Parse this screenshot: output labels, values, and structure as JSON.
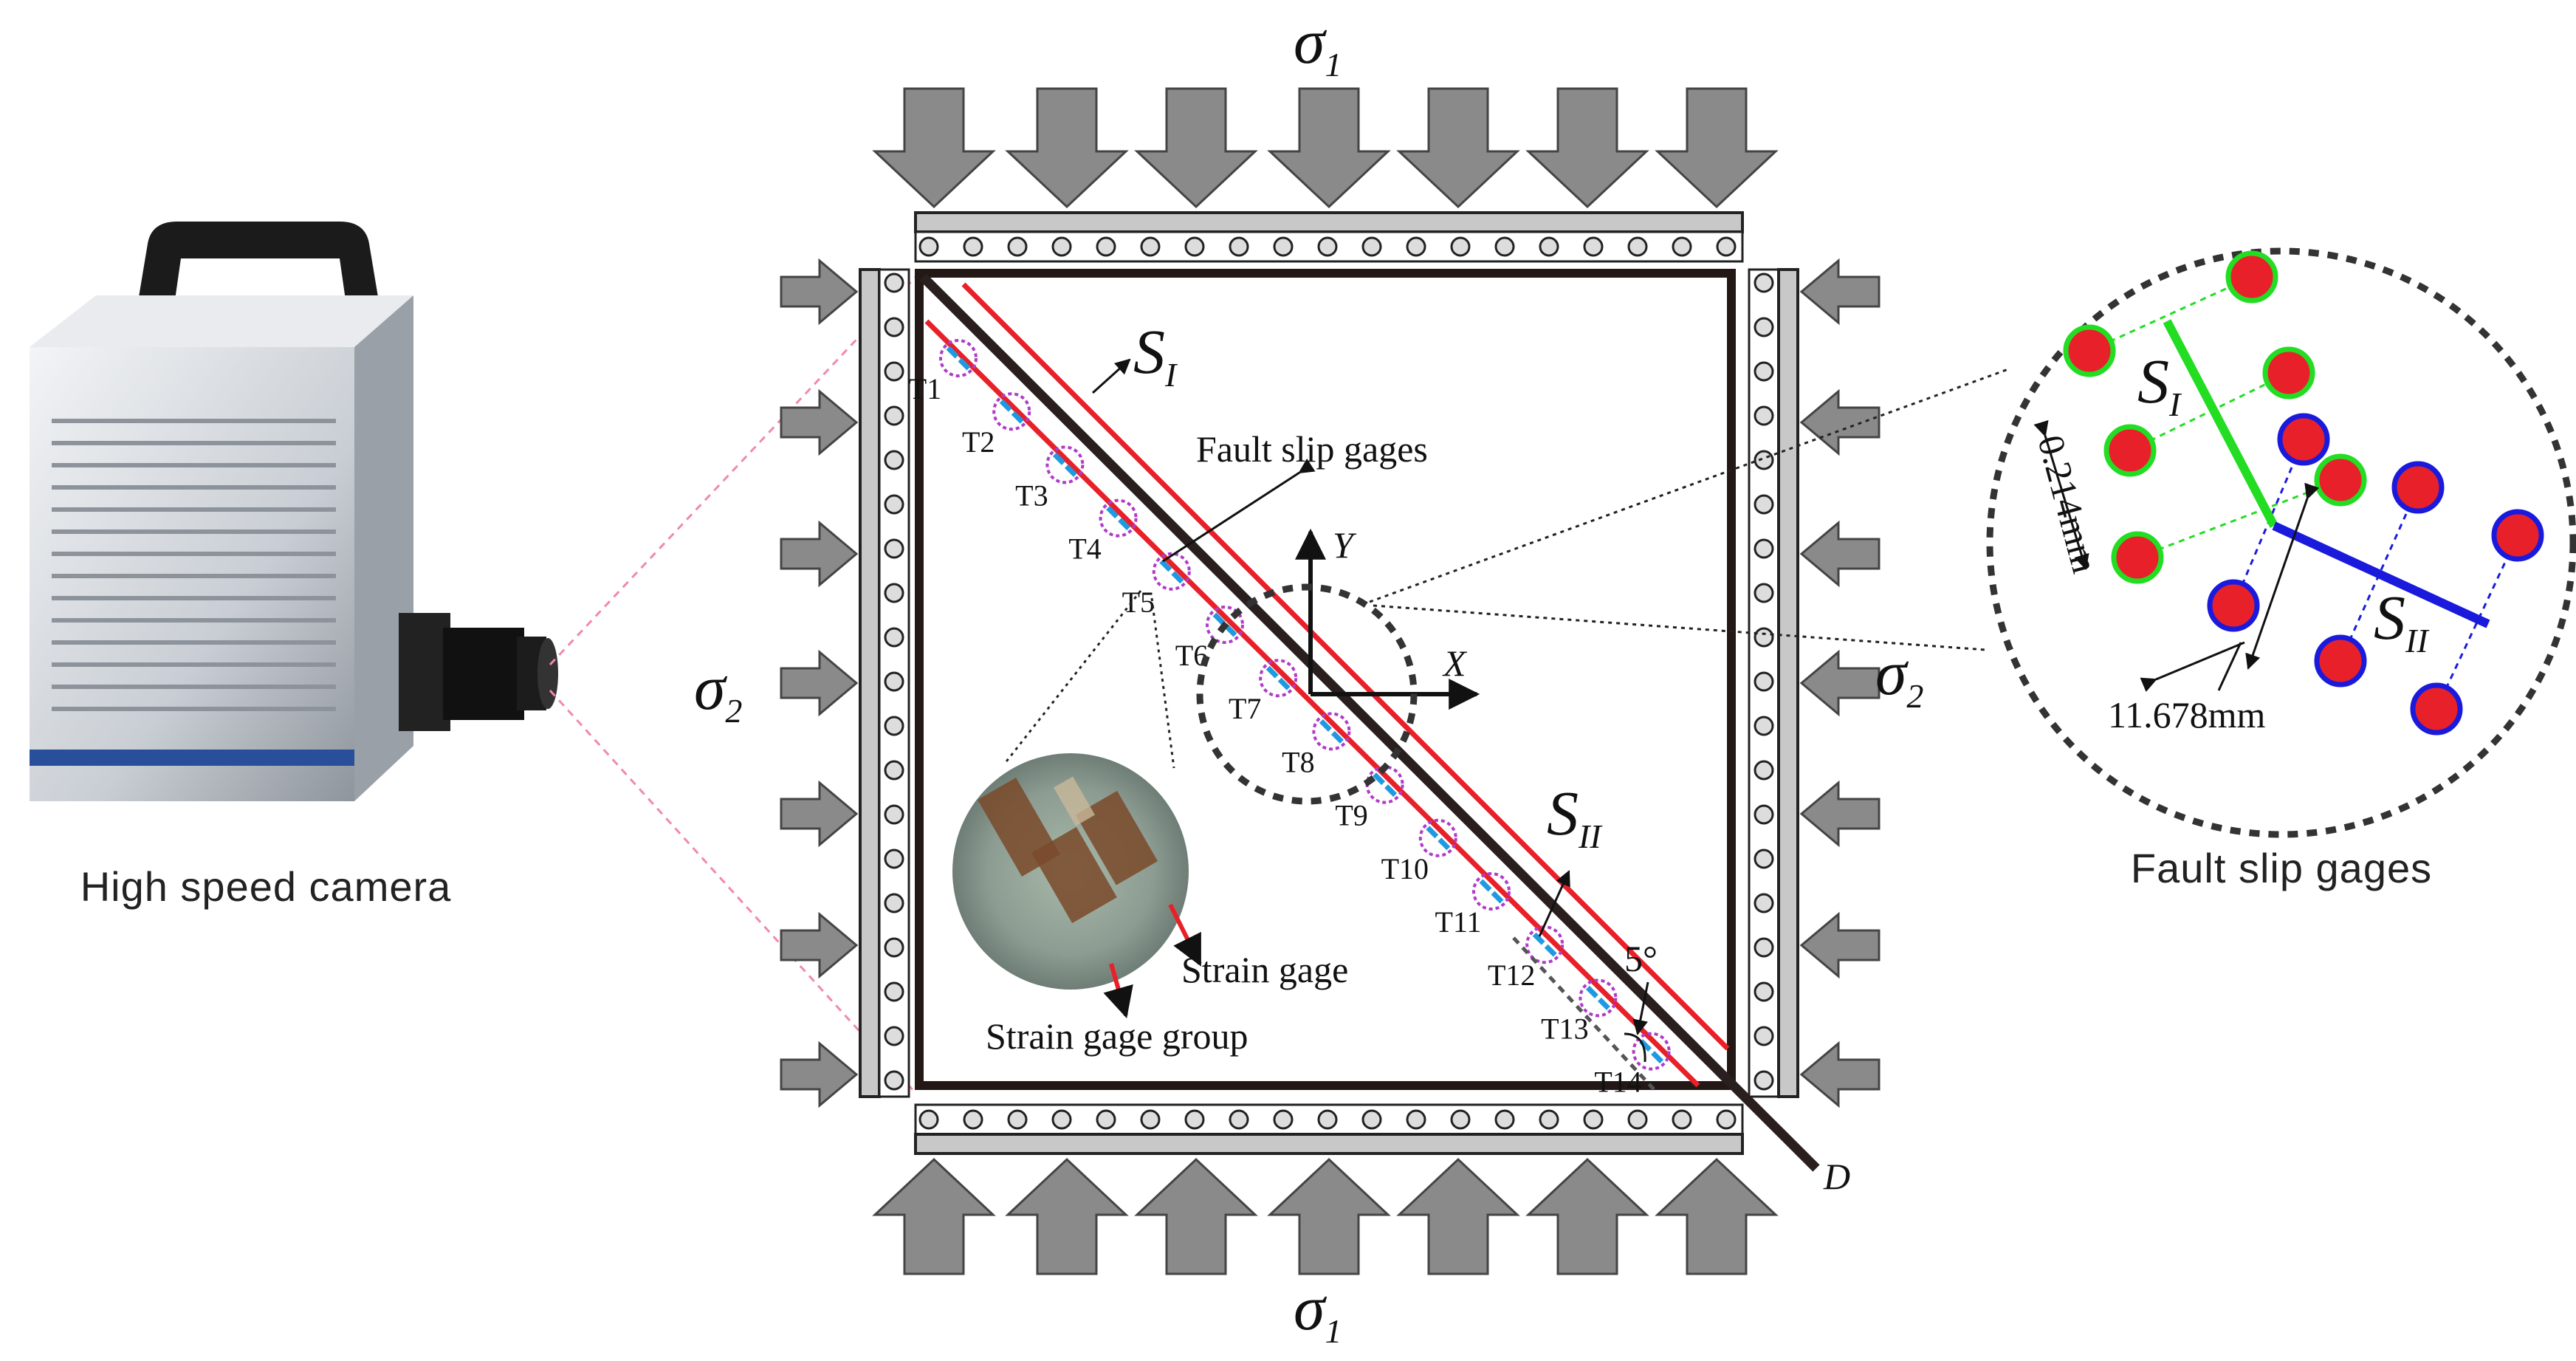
{
  "labels": {
    "sigma1": "σ",
    "sigma1_sub": "1",
    "sigma2": "σ",
    "sigma2_sub": "2",
    "S_I": "S",
    "S_I_sub": "I",
    "S_II": "S",
    "S_II_sub": "II",
    "X": "X",
    "Y": "Y",
    "D": "D",
    "angle": "5°",
    "fault_slip_gages": "Fault slip gages",
    "strain_gage": "Strain gage",
    "strain_gage_group": "Strain gage group",
    "high_speed_camera": "High speed camera",
    "dist_normal": "0.214mm",
    "dist_parallel": "11.678mm",
    "fault_slip_gages_caption": "Fault slip gages"
  },
  "gage_labels": [
    "T1",
    "T2",
    "T3",
    "T4",
    "T5",
    "T6",
    "T7",
    "T8",
    "T9",
    "T10",
    "T11",
    "T12",
    "T13",
    "T14"
  ],
  "colors": {
    "fault": "#2a1f1f",
    "red_line": "#e8202a",
    "arrow_gray": "#8a8a8a",
    "platen_gray": "#c8c8c8",
    "gage_dash": "#1e9be0",
    "gage_circle": "#b03cc8",
    "green": "#22dd22",
    "blue": "#1a1adc",
    "pink_dash": "#f08aa8"
  }
}
